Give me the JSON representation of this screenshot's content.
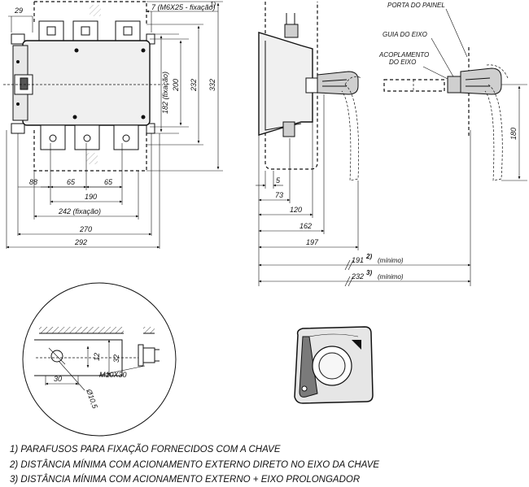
{
  "top_view": {
    "dims": {
      "d29": "29",
      "screw_ref": "7 (M6X25 - fixação)",
      "screw_sup": "1)",
      "d332": "332",
      "d232": "232",
      "d200": "200",
      "d182": "182 (fixação)",
      "d88": "88",
      "d65a": "65",
      "d65b": "65",
      "d190": "190",
      "d242": "242 (fixação)",
      "d270": "270",
      "d292": "292"
    }
  },
  "side_view": {
    "dims": {
      "d5": "5",
      "d73": "73",
      "d120": "120",
      "d162": "162",
      "d197": "197",
      "d191": "191",
      "d191_sup": "2)",
      "d191_note": "(mínimo)",
      "d232": "232",
      "d232_sup": "3)",
      "d232_note": "(mínimo)"
    }
  },
  "extension_view": {
    "labels": {
      "porta": "PORTA DO PAINEL",
      "guia": "GUIA DO EIXO",
      "acoplamento_1": "ACOPLAMENTO",
      "acoplamento_2": "DO EIXO"
    },
    "dims": {
      "d180": "180"
    }
  },
  "detail_view": {
    "dims": {
      "d30": "30",
      "d12": "12",
      "d32": "32",
      "bolt": "M10X30",
      "hole": "Ø10,5"
    }
  },
  "notes": [
    "1) PARAFUSOS PARA FIXAÇÃO FORNECIDOS COM A CHAVE",
    "2) DISTÂNCIA MÍNIMA COM ACIONAMENTO EXTERNO DIRETO NO EIXO DA CHAVE",
    "3) DISTÂNCIA MÍNIMA COM ACIONAMENTO EXTERNO + EIXO PROLONGADOR"
  ]
}
